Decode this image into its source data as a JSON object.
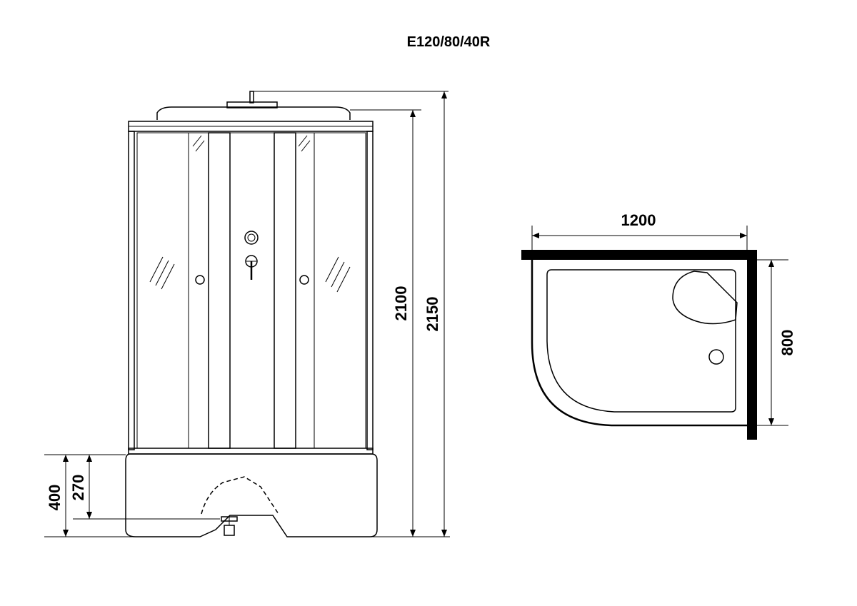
{
  "model": "E120/80/40R",
  "dimensions": {
    "total_height": "2150",
    "cabin_height": "2100",
    "tray_height": "400",
    "drain_height": "270",
    "width": "1200",
    "depth": "800"
  },
  "colors": {
    "line": "#000000",
    "background": "#ffffff"
  }
}
